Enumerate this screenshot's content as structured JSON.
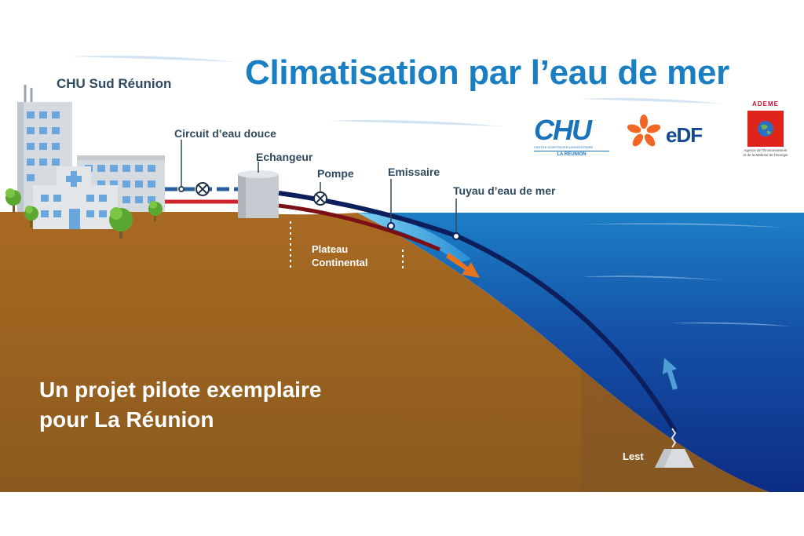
{
  "title": "Climatisation par l’eau de mer",
  "labels": {
    "site": "CHU Sud Réunion",
    "circuit": "Circuit d’eau douce",
    "echangeur": "Echangeur",
    "pompe": "Pompe",
    "emissaire": "Emissaire",
    "tuyau": "Tuyau d’eau de mer",
    "plateau_line1": "Plateau",
    "plateau_line2": "Continental",
    "lest": "Lest"
  },
  "tagline": {
    "line1": "Un projet pilote exemplaire",
    "line2": "pour La Réunion"
  },
  "logos": {
    "chu": {
      "mark": "CHU",
      "small_text": "CENTRE HOSPITALIER UNIVERSITAIRE",
      "sub": "LA RÉUNION"
    },
    "edf": {
      "word": "eDF"
    },
    "ademe": {
      "word": "ADEME",
      "caption_line1": "Agence de l’Environnement",
      "caption_line2": "et de la Maîtrise de l’Energie"
    }
  },
  "colors": {
    "title": "#1a7fc2",
    "label": "#2f4a5f",
    "ground": "#9a6020",
    "sea_top": "#1d7fc6",
    "sea_bottom": "#0d2c84",
    "pipe_seawater": "#0c1f5c",
    "pipe_return": "#7a0f16",
    "freshwater_cold": "#2b5f9e",
    "freshwater_hot": "#d0242d",
    "flow_out": "#e8731e",
    "flow_in": "#4d9fd6"
  },
  "icons": [
    "building-icon",
    "hospital-icon",
    "tree-icon",
    "heat-exchanger-icon",
    "pump-icon",
    "ballast-icon",
    "flow-arrow-icon"
  ]
}
